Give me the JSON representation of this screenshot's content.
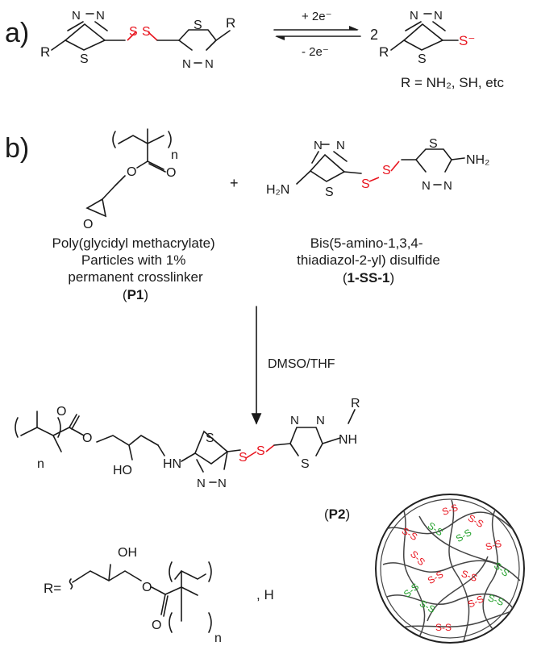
{
  "panel_a": {
    "label": "a)",
    "r_left": "R",
    "r_right": "R",
    "n_left": "N",
    "n_right": "N",
    "s_ring": "S",
    "s_bridge": "S",
    "reduction": "+ 2e⁻",
    "oxidation": "- 2e⁻",
    "stoich": "2",
    "r_product": "R",
    "thiolate": "S⁻",
    "r_def": "R = NH₂, SH, etc"
  },
  "panel_b": {
    "label": "b)",
    "n_sub": "n",
    "plus": "+",
    "h2n": "H₂N",
    "nh2": "NH₂",
    "p1_caption": [
      "Poly(glycidyl methacrylate)",
      "Particles with 1%",
      "permanent crosslinker"
    ],
    "p1_tag": "P1",
    "ss1_caption": [
      "Bis(5-amino-1,3,4-",
      "thiadiazol-2-yl) disulfide"
    ],
    "ss1_tag": "1-SS-1",
    "solvent": "DMSO/THF",
    "o": "O",
    "ho": "HO",
    "hn": "HN",
    "nh": "NH",
    "r_sub": "R",
    "oh": "OH",
    "p2_tag": "P2",
    "r_eq": "R=",
    "or_h": ",   H",
    "ss_link": "S-S"
  }
}
